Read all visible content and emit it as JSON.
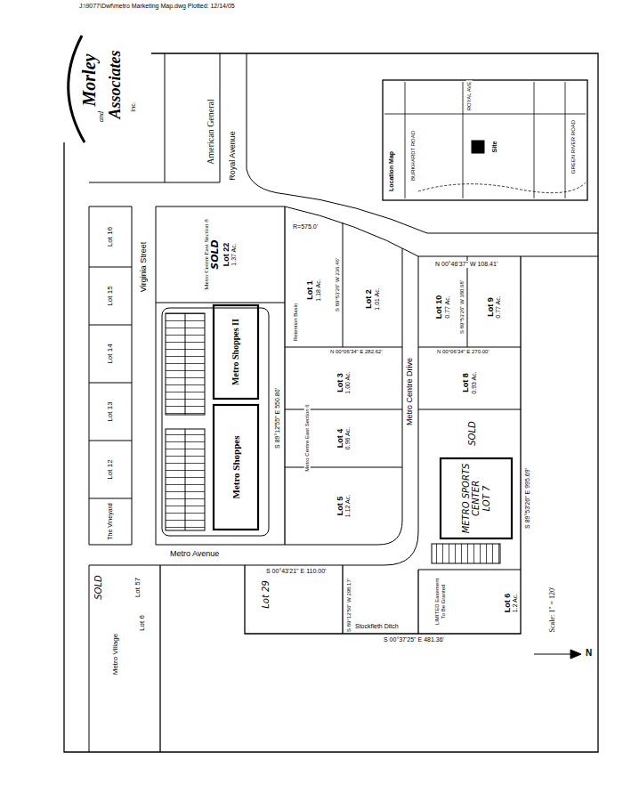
{
  "diagram": {
    "nodes": [
      {
        "text": [
          "Metro Centre East Section 8",
          "SOLD",
          "Lot 22",
          "1.37 Ac."
        ]
      },
      {
        "text": [
          "Metro Shoppes II"
        ]
      },
      {
        "text": [
          "Metro Shoppes"
        ]
      },
      {
        "text": [
          "Lot 1",
          "1.18 Ac."
        ]
      },
      {
        "text": [
          "Lot 2",
          "1.01 Ac."
        ]
      },
      {
        "text": [
          "Lot 3",
          "1.00 Ac."
        ]
      },
      {
        "text": [
          "Lot 4",
          "0.96 Ac."
        ]
      },
      {
        "text": [
          "Lot 5",
          "1.12 Ac."
        ]
      },
      {
        "text": [
          "Lot 10",
          "0.77 Ac."
        ]
      },
      {
        "text": [
          "Lot 9",
          "0.77 Ac."
        ]
      },
      {
        "text": [
          "Lot 8",
          "0.93 Ac."
        ]
      },
      {
        "text": [
          "METRO SPORTS CENTER",
          "LOT 7"
        ]
      },
      {
        "text": [
          "Lot 6",
          "1.2 Ac."
        ]
      },
      {
        "text": [
          "Location Map"
        ]
      },
      {
        "text": [
          "Lot 16"
        ]
      },
      {
        "text": [
          "Lot 15"
        ]
      },
      {
        "text": [
          "Lot 14"
        ]
      },
      {
        "text": [
          "Lot 13"
        ]
      },
      {
        "text": [
          "Lot 12"
        ]
      }
    ],
    "labels": [
      "J:\\9077\\Dwf\\metro Marketing Map.dwg Plotted: 12/14/05",
      "Morley",
      "and",
      "Associates",
      "Inc.",
      "American General",
      "Royal Avenue",
      "Metro Centre Drive",
      "Virginia Street",
      "Metro Avenue",
      "The Vineyard",
      "Metro Village",
      "Lot 57",
      "SOLD",
      "Lot 6",
      "Lot 29",
      "R=575.0'",
      "N 00°46'37\" W 108.41'",
      "S 89°53'26\" E 995.69'",
      "S 00°37'25\" E 481.36'",
      "S 00°43'21\" E 110.00'",
      "S 89°12'56\" W 298.17'",
      "S 89°12'55\" E 550.80'",
      "N 00°06'34\" E 282.62'",
      "N 00°06'34\" E 270.00'",
      "S 89°53'26\" W 180.68'",
      "S 89°53'26\" W 236.46'",
      "Metro Centre East Section 6",
      "Retention Basin",
      "Stockfleth Ditch",
      "LIMITED Easement To Be Granted",
      "SOLD",
      "Scale: 1\" = 120'",
      "N",
      "BURKHARDT ROAD",
      "ROYAL AVE",
      "Site",
      "GREEN RIVER ROAD"
    ]
  }
}
